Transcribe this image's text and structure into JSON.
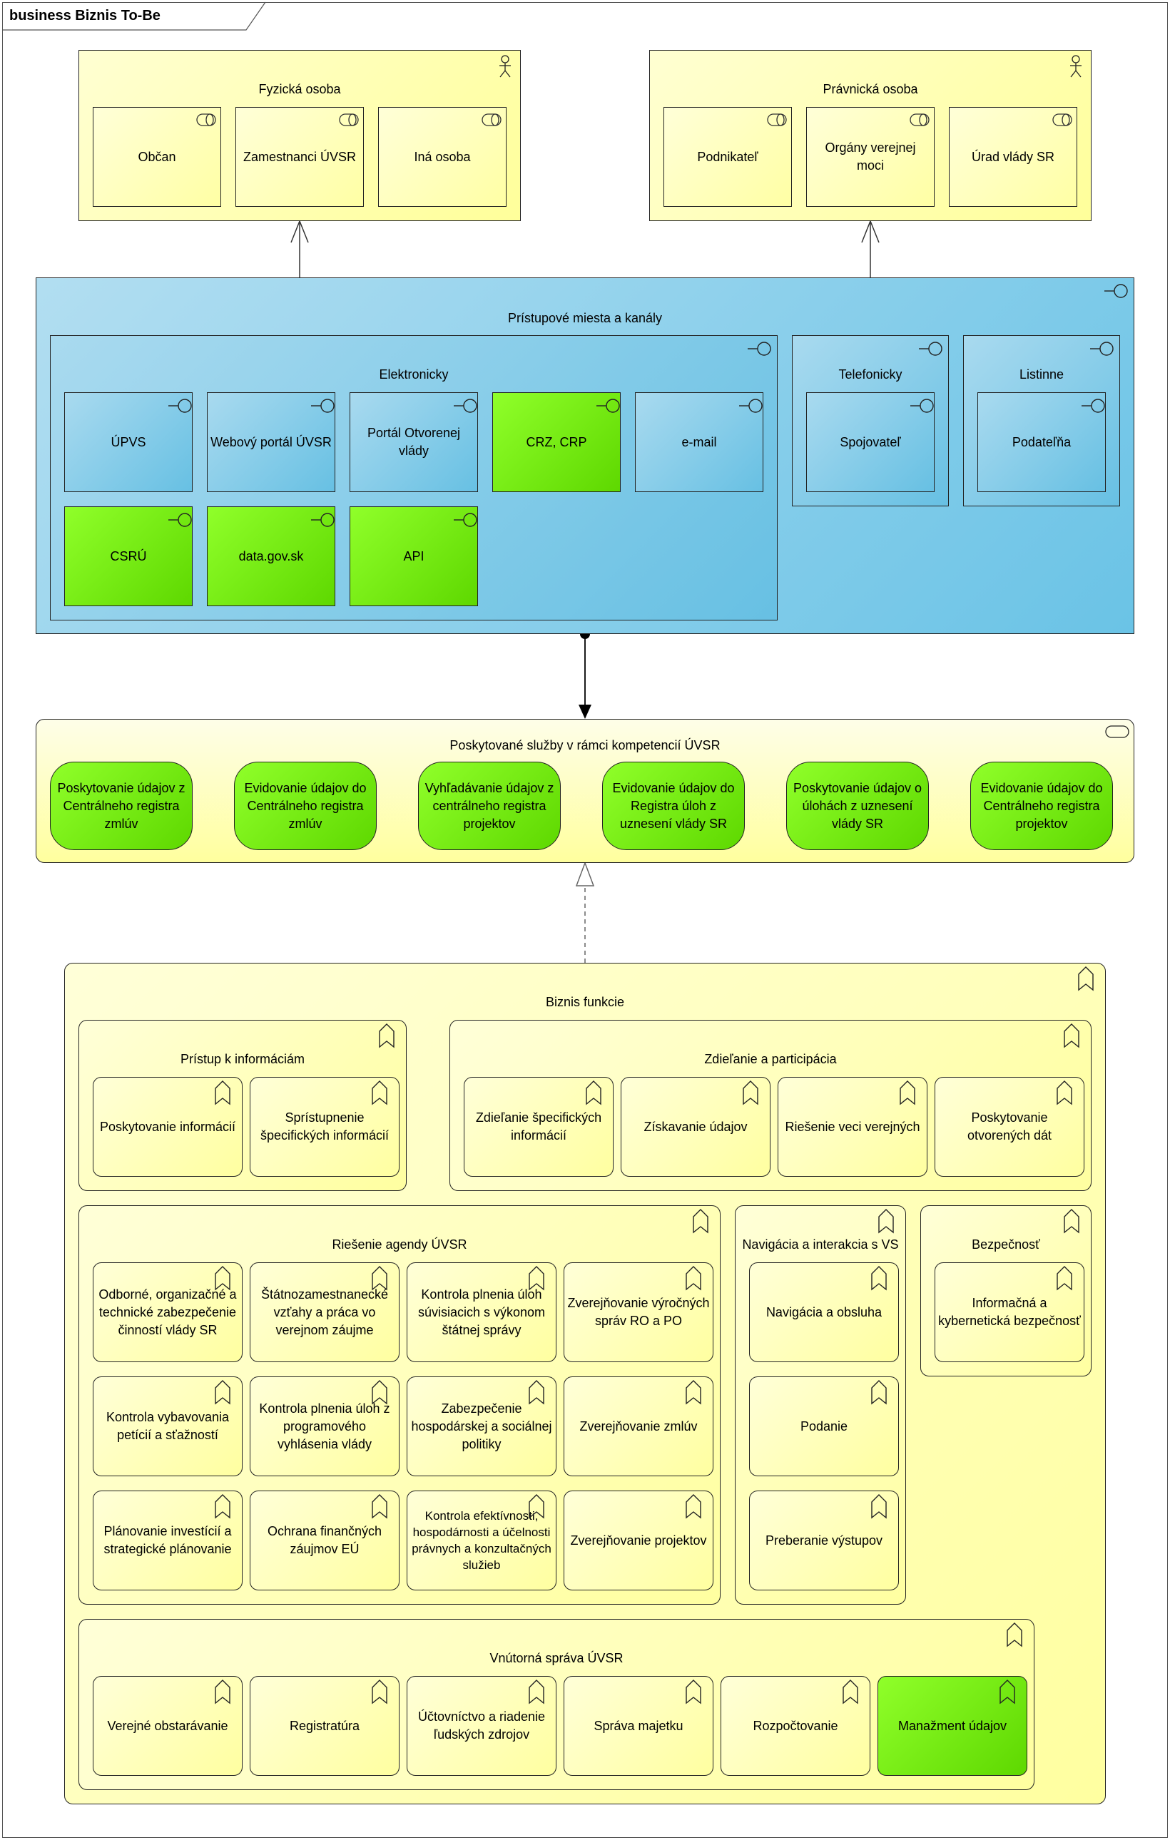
{
  "frame_title": "business Biznis To-Be",
  "actors": [
    {
      "title": "Fyzická osoba",
      "roles": [
        "Občan",
        "Zamestnanci ÚVSR",
        "Iná osoba"
      ]
    },
    {
      "title": "Právnická osoba",
      "roles": [
        "Podnikateľ",
        "Orgány verejnej moci",
        "Úrad vlády SR"
      ]
    }
  ],
  "access": {
    "title": "Prístupové miesta a kanály",
    "electronic": {
      "title": "Elektronicky",
      "items": [
        "ÚPVS",
        "Webový portál ÚVSR",
        "Portál Otvorenej vlády",
        "CRZ, CRP",
        "e-mail",
        "CSRÚ",
        "data.gov.sk",
        "API"
      ]
    },
    "phone": {
      "title": "Telefonicky",
      "items": [
        "Spojovateľ"
      ]
    },
    "paper": {
      "title": "Listinne",
      "items": [
        "Podateľňa"
      ]
    }
  },
  "services": {
    "title": "Poskytované služby v rámci kompetencií ÚVSR",
    "items": [
      "Poskytovanie údajov z Centrálneho registra zmlúv",
      "Evidovanie údajov do Centrálneho registra zmlúv",
      "Vyhľadávanie údajov z centrálneho registra projektov",
      "Evidovanie údajov do Registra úloh z uznesení vlády SR",
      "Poskytovanie údajov o úlohách z uznesení vlády SR",
      "Evidovanie údajov do Centrálneho registra projektov"
    ]
  },
  "functions": {
    "title": "Biznis funkcie",
    "access_info": {
      "title": "Prístup k informáciám",
      "items": [
        "Poskytovanie informácií",
        "Sprístupnenie špecifických informácií"
      ]
    },
    "sharing": {
      "title": "Zdieľanie a participácia",
      "items": [
        "Zdieľanie špecifických informácií",
        "Získavanie údajov",
        "Riešenie veci verejných",
        "Poskytovanie otvorených dát"
      ]
    },
    "agenda": {
      "title": "Riešenie agendy ÚVSR",
      "items": [
        "Odborné, organizačné a technické zabezpečenie činností vlády SR",
        "Štátnozamestnanecké vzťahy a práca vo verejnom záujme",
        "Kontrola plnenia úloh súvisiacich s výkonom štátnej správy",
        "Zverejňovanie výročných správ RO a PO",
        "Kontrola vybavovania petícií a sťažností",
        "Kontrola plnenia úloh z programového vyhlásenia vlády",
        "Zabezpečenie hospodárskej a sociálnej politiky",
        "Zverejňovanie zmlúv",
        "Plánovanie investícií a strategické plánovanie",
        "Ochrana finančných záujmov EÚ",
        "Kontrola efektívnosti, hospodárnosti a účelnosti právnych a konzultačných služieb",
        "Zverejňovanie projektov"
      ]
    },
    "navigation": {
      "title": "Navigácia a interakcia s VS",
      "items": [
        "Navigácia a obsluha",
        "Podanie",
        "Preberanie výstupov"
      ]
    },
    "security": {
      "title": "Bezpečnosť",
      "items": [
        "Informačná a kybernetická bezpečnosť"
      ]
    },
    "internal": {
      "title": "Vnútorná správa ÚVSR",
      "items": [
        "Verejné obstarávanie",
        "Registratúra",
        "Účtovníctvo a riadenie ľudských zdrojov",
        "Správa majetku",
        "Rozpočtovanie",
        "Manažment údajov"
      ]
    }
  },
  "colors": {
    "green": "#7ef010",
    "blue": "#7fcbea",
    "yellow": "#ffffb0",
    "stroke": "#222222"
  }
}
